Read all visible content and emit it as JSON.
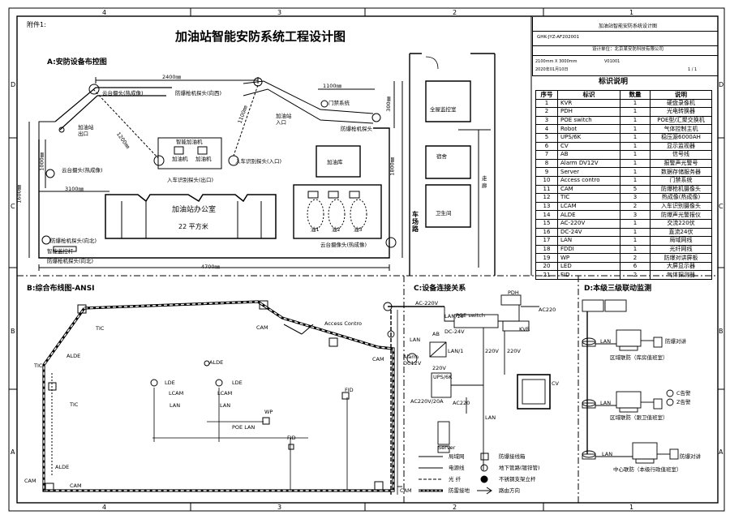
{
  "sheet": {
    "title": "加油站智能安防系统工程设计图",
    "attachment": "附件1:",
    "grid_top": [
      "4",
      "3",
      "2",
      "1"
    ],
    "grid_side": [
      "D",
      "C",
      "B",
      "A"
    ]
  },
  "section_a": {
    "title": "A:安防设备布控图",
    "dims": {
      "top": "2400㎜",
      "diag": "1200㎜",
      "diag2": "1100㎜",
      "right_top": "1100㎜",
      "mid": "3100㎜",
      "bottom": "4700㎜",
      "left_v": "1600㎜",
      "left_v2": "1000㎜",
      "right_v": "1800㎜",
      "right_v2": "300㎜"
    },
    "labels": {
      "cam_top_left": "云台摄头(热成像)",
      "cam_top_mid": "防爆枪机探头(向西)",
      "gate": "门禁系统",
      "entrance": "加油站\n入口",
      "exit": "加油站\n出口",
      "explosion_cam_right": "防爆枪机探头",
      "cam_left_mid": "云台摄头(热成像)",
      "pumps_label": "智能加油机",
      "pump1": "加油机",
      "pump2": "加油机",
      "plate_cam_out": "入车识别探头(出口)",
      "plate_cam_in": "入车识别探头(入口)",
      "office": "加油站办公室",
      "office_area": "22 平方米",
      "store": "加油库",
      "tanks": [
        "油1",
        "油2",
        "油3"
      ],
      "cam_bottom_right": "云台摄像头(热成像)",
      "explosion_cam_left_low": "防爆枪机探头(向北)",
      "explosion_cam_bottom": "防爆枪机探头(向北)",
      "smart_pole": "智能监控杆",
      "road": "车\n场\n路",
      "monitor_room": "全屋监控室",
      "dorm": "宿舍",
      "corridor": "走\n廊",
      "bathroom": "卫生间"
    }
  },
  "title_block": {
    "doc_title": "加油站智能安防系统设计图",
    "drawing_no": "GHK-JYZ-AF202001",
    "design_unit": "设计单位：北京某安防科技有限公司",
    "scale": "2100mm X 3000mm",
    "version": "V01001",
    "date": "2020年01月10日",
    "sheet": "1 / 1"
  },
  "legend": {
    "title": "标识说明",
    "headers": [
      "序号",
      "标识",
      "数量",
      "说明"
    ],
    "rows": [
      [
        "1",
        "KVR",
        "1",
        "硬盘录像机"
      ],
      [
        "2",
        "PDH",
        "1",
        "光电转换器"
      ],
      [
        "3",
        "POE switch",
        "1",
        "POE型/汇聚交换机"
      ],
      [
        "4",
        "Robot",
        "1",
        "气体控制主机"
      ],
      [
        "5",
        "UPS/6K",
        "1",
        "稳压源6000AH"
      ],
      [
        "6",
        "CV",
        "1",
        "显示监视器"
      ],
      [
        "7",
        "AB",
        "1",
        "信号线"
      ],
      [
        "8",
        "Alarm DV12V",
        "1",
        "报警声光警号"
      ],
      [
        "9",
        "Server",
        "1",
        "数据存储服务器"
      ],
      [
        "10",
        "Access contro",
        "1",
        "门禁系统"
      ],
      [
        "11",
        "CAM",
        "5",
        "防爆枪机摄像头"
      ],
      [
        "12",
        "TIC",
        "3",
        "热成像(热成像)"
      ],
      [
        "13",
        "LCAM",
        "2",
        "入车识别摄像头"
      ],
      [
        "14",
        "ALDE",
        "3",
        "防爆声光警报仪"
      ],
      [
        "15",
        "AC-220V",
        "1",
        "交流220伏"
      ],
      [
        "16",
        "DC-24V",
        "1",
        "直流24伏"
      ],
      [
        "17",
        "LAN",
        "1",
        "局域网线"
      ],
      [
        "18",
        "FDDI",
        "1",
        "光纤网线"
      ],
      [
        "19",
        "WP",
        "2",
        "防爆对讲屏板"
      ],
      [
        "20",
        "LED",
        "6",
        "大屏显示器"
      ],
      [
        "21",
        "FID",
        "2",
        "气体探测器"
      ]
    ]
  },
  "section_b": {
    "title": "B:综合布线图-ANSI",
    "labels": {
      "tic1": "TIC",
      "cam1": "CAM",
      "tic2": "TIC",
      "tic3": "TIC",
      "alde1": "ALDE",
      "alde2": "ALDE",
      "alde3": "ALDE",
      "lde1": "LDE",
      "lde2": "LDE",
      "lcam1": "LCAM",
      "lcam2": "LCAM",
      "lan1": "LAN",
      "lan2": "LAN",
      "poe_lan": "POE LAN",
      "wp": "WP",
      "fid1": "FID",
      "fid2": "FID",
      "cam_bl": "CAM",
      "cam_bl2": "CAM",
      "cam_br": "CAM",
      "access": "Access Contro",
      "cam_right": "CAM"
    }
  },
  "section_c": {
    "title": "C:设备连接关系",
    "labels": {
      "ac220_top": "AC-220V",
      "poe_switch": "POE switch",
      "lan16": "LAN/16",
      "pdh": "PDH",
      "ac220_right": "AC220",
      "kvr": "KVR",
      "ab": "AB",
      "dc24": "DC-24V",
      "lan_left": "LAN",
      "alarm": "Alarm\nDC12V",
      "v220": "220V",
      "lan_mid": "LAN/1",
      "ups": "UPS/6K",
      "v220b": "220V",
      "v220c": "220V",
      "ac220_20a": "AC220V/20A",
      "ac220_s": "AC220",
      "server": "Server",
      "lan_bottom": "LAN",
      "cv": "CV"
    },
    "key": [
      {
        "sym": "line",
        "text": "局域网"
      },
      {
        "sym": "line",
        "text": "电源线"
      },
      {
        "sym": "dash",
        "text": "光 纤"
      },
      {
        "sym": "conduit",
        "text": "防雷接地"
      },
      {
        "sym": "box",
        "text": "防爆接线箱"
      },
      {
        "sym": "circle",
        "text": "地下管路(镀锌管)"
      },
      {
        "sym": "dot",
        "text": "不锈钢支架立杆"
      },
      {
        "sym": "arrow",
        "text": "路由方向"
      }
    ]
  },
  "section_d": {
    "title": "D:本级三级联动监测",
    "labels": {
      "lan1": "LAN",
      "lan2": "LAN",
      "lan3": "LAN",
      "intercom1": "防爆对讲",
      "intercom2": "防爆对讲",
      "node1": "区域联防（库房值班室）",
      "node2": "区域联防（跟卫值班室）",
      "node3": "中心联防（本级行政值班室）",
      "alarm_c": "C告警",
      "alarm_z": "Z告警"
    }
  }
}
